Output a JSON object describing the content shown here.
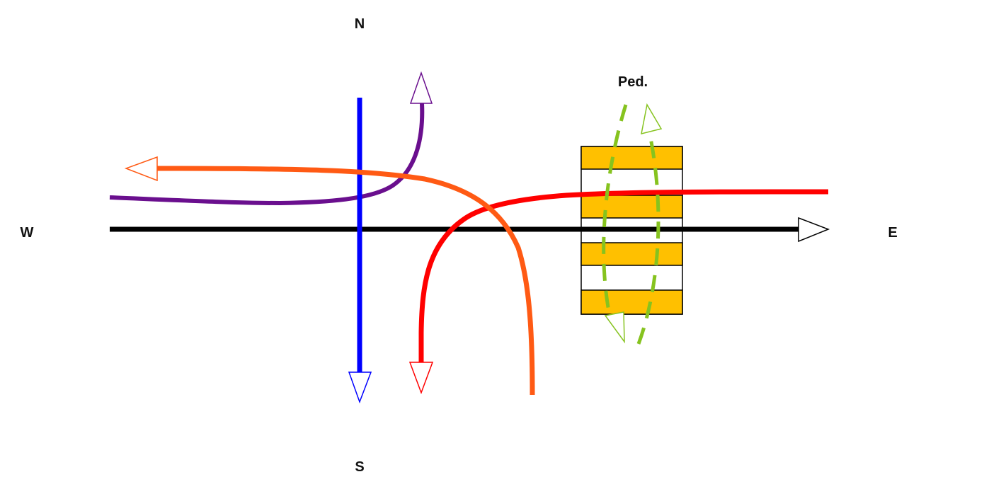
{
  "labels": {
    "north": "N",
    "south": "S",
    "west": "W",
    "east": "E",
    "pedestrian": "Ped."
  },
  "colors": {
    "background": "#ffffff",
    "through_west_east": "#000000",
    "through_north_south": "#0000ff",
    "left_turn_west_north": "#6a0f8e",
    "right_turn_south_west": "#ff5a14",
    "left_turn_east_south": "#ff0000",
    "pedestrian_crossing": "#86c31f",
    "crosswalk_stripe": "#ffc000",
    "crosswalk_outline": "#000000"
  },
  "movements": [
    {
      "id": "through-west-east",
      "from": "W",
      "to": "E",
      "color_key": "through_west_east",
      "style": "solid"
    },
    {
      "id": "through-north-south",
      "from": "N",
      "to": "S",
      "color_key": "through_north_south",
      "style": "solid"
    },
    {
      "id": "left-turn-west-north",
      "from": "W",
      "to": "N",
      "color_key": "left_turn_west_north",
      "style": "solid"
    },
    {
      "id": "right-turn-south-west",
      "from": "S",
      "to": "W",
      "color_key": "right_turn_south_west",
      "style": "solid"
    },
    {
      "id": "left-turn-east-south",
      "from": "E",
      "to": "S",
      "color_key": "left_turn_east_south",
      "style": "solid"
    },
    {
      "id": "pedestrian-northbound",
      "from": "S",
      "to": "N",
      "color_key": "pedestrian_crossing",
      "style": "dashed"
    },
    {
      "id": "pedestrian-southbound",
      "from": "N",
      "to": "S",
      "color_key": "pedestrian_crossing",
      "style": "dashed"
    }
  ]
}
